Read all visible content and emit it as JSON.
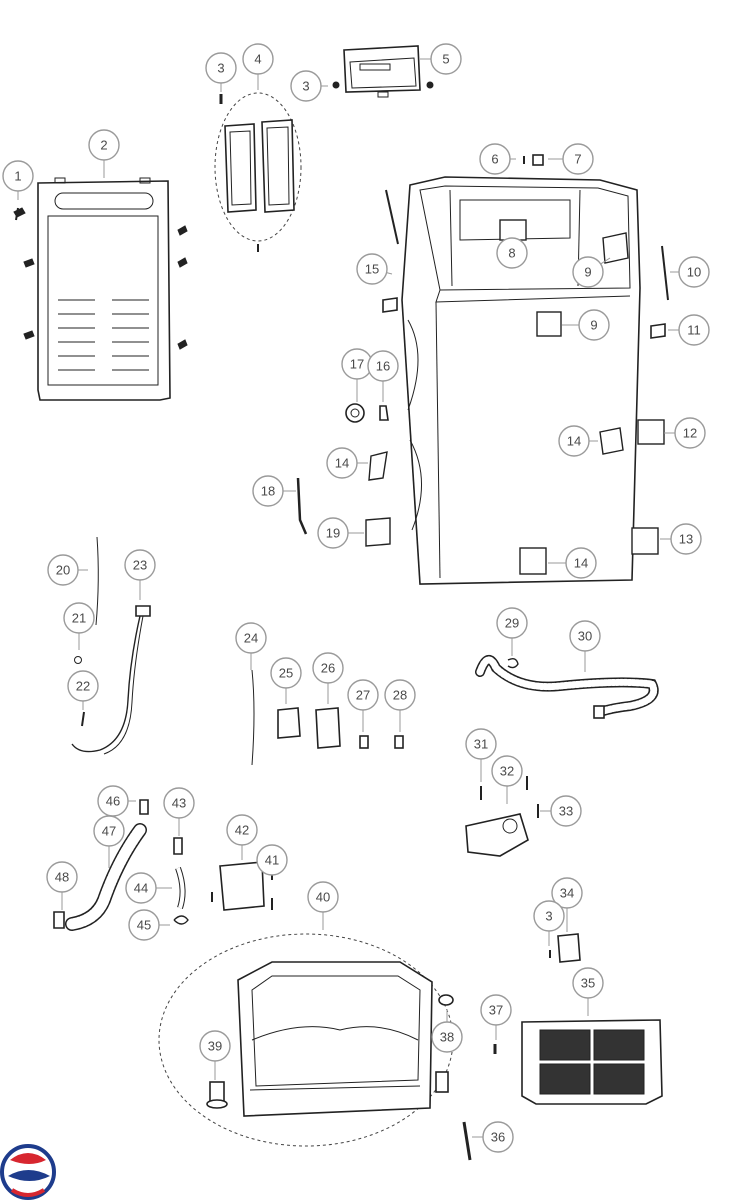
{
  "callouts": [
    {
      "id": "c1",
      "label": "1"
    },
    {
      "id": "c2",
      "label": "2"
    },
    {
      "id": "c3a",
      "label": "3"
    },
    {
      "id": "c4",
      "label": "4"
    },
    {
      "id": "c3b",
      "label": "3"
    },
    {
      "id": "c5",
      "label": "5"
    },
    {
      "id": "c6",
      "label": "6"
    },
    {
      "id": "c7",
      "label": "7"
    },
    {
      "id": "c8",
      "label": "8"
    },
    {
      "id": "c9a",
      "label": "9"
    },
    {
      "id": "c10",
      "label": "10"
    },
    {
      "id": "c15",
      "label": "15"
    },
    {
      "id": "c9b",
      "label": "9"
    },
    {
      "id": "c11",
      "label": "11"
    },
    {
      "id": "c17",
      "label": "17"
    },
    {
      "id": "c16",
      "label": "16"
    },
    {
      "id": "c12",
      "label": "12"
    },
    {
      "id": "c14a",
      "label": "14"
    },
    {
      "id": "c14b",
      "label": "14"
    },
    {
      "id": "c18",
      "label": "18"
    },
    {
      "id": "c19",
      "label": "19"
    },
    {
      "id": "c13",
      "label": "13"
    },
    {
      "id": "c14c",
      "label": "14"
    },
    {
      "id": "c20",
      "label": "20"
    },
    {
      "id": "c23",
      "label": "23"
    },
    {
      "id": "c21",
      "label": "21"
    },
    {
      "id": "c22",
      "label": "22"
    },
    {
      "id": "c29",
      "label": "29"
    },
    {
      "id": "c30",
      "label": "30"
    },
    {
      "id": "c24",
      "label": "24"
    },
    {
      "id": "c25",
      "label": "25"
    },
    {
      "id": "c26",
      "label": "26"
    },
    {
      "id": "c27",
      "label": "27"
    },
    {
      "id": "c28",
      "label": "28"
    },
    {
      "id": "c31",
      "label": "31"
    },
    {
      "id": "c32",
      "label": "32"
    },
    {
      "id": "c33",
      "label": "33"
    },
    {
      "id": "c46",
      "label": "46"
    },
    {
      "id": "c43",
      "label": "43"
    },
    {
      "id": "c47",
      "label": "47"
    },
    {
      "id": "c42",
      "label": "42"
    },
    {
      "id": "c41",
      "label": "41"
    },
    {
      "id": "c48",
      "label": "48"
    },
    {
      "id": "c44",
      "label": "44"
    },
    {
      "id": "c45",
      "label": "45"
    },
    {
      "id": "c40",
      "label": "40"
    },
    {
      "id": "c34",
      "label": "34"
    },
    {
      "id": "c3c",
      "label": "3"
    },
    {
      "id": "c35",
      "label": "35"
    },
    {
      "id": "c37",
      "label": "37"
    },
    {
      "id": "c39",
      "label": "39"
    },
    {
      "id": "c38",
      "label": "38"
    },
    {
      "id": "c36",
      "label": "36"
    }
  ],
  "logo": {
    "icon": "brand-logo-icon",
    "colors": [
      "#d7262f",
      "#1e3c8c"
    ]
  },
  "colors": {
    "line": "#222222",
    "callout_stroke": "#9a9a9a",
    "callout_text": "#4a4a4a"
  }
}
